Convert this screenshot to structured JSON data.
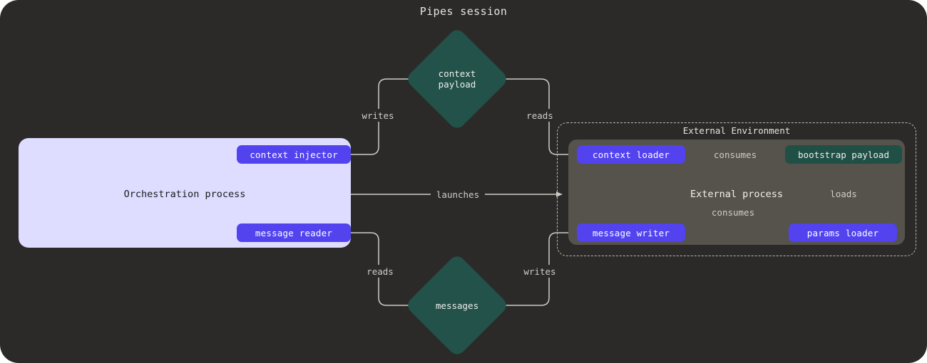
{
  "diagram": {
    "title": "Pipes session",
    "colors": {
      "canvas_bg": "#2b2a28",
      "orchestration_bg": "#dedcff",
      "external_process_bg": "#56524c",
      "pill": "#5243ee",
      "store": "#225249",
      "payload": "#1f4f45",
      "edge": "#cfccc6"
    }
  },
  "orchestration": {
    "label": "Orchestration process",
    "nodes": [
      {
        "id": "context-injector",
        "label": "context injector"
      },
      {
        "id": "message-reader",
        "label": "message reader"
      }
    ]
  },
  "external_environment": {
    "label": "External Environment",
    "process_label": "External process",
    "nodes": [
      {
        "id": "context-loader",
        "label": "context loader"
      },
      {
        "id": "bootstrap-payload",
        "label": "bootstrap payload"
      },
      {
        "id": "message-writer",
        "label": "message writer"
      },
      {
        "id": "params-loader",
        "label": "params loader"
      }
    ]
  },
  "stores": [
    {
      "id": "context-payload",
      "line1": "context",
      "line2": "payload"
    },
    {
      "id": "messages",
      "line1": "messages",
      "line2": ""
    }
  ],
  "edges": [
    {
      "id": "writes-context",
      "label": "writes"
    },
    {
      "id": "reads-context",
      "label": "reads"
    },
    {
      "id": "launches",
      "label": "launches"
    },
    {
      "id": "reads-messages",
      "label": "reads"
    },
    {
      "id": "writes-messages",
      "label": "writes"
    },
    {
      "id": "loader-consumes",
      "label": "consumes"
    },
    {
      "id": "writer-consumes",
      "label": "consumes"
    },
    {
      "id": "params-loads",
      "label": "loads"
    }
  ]
}
